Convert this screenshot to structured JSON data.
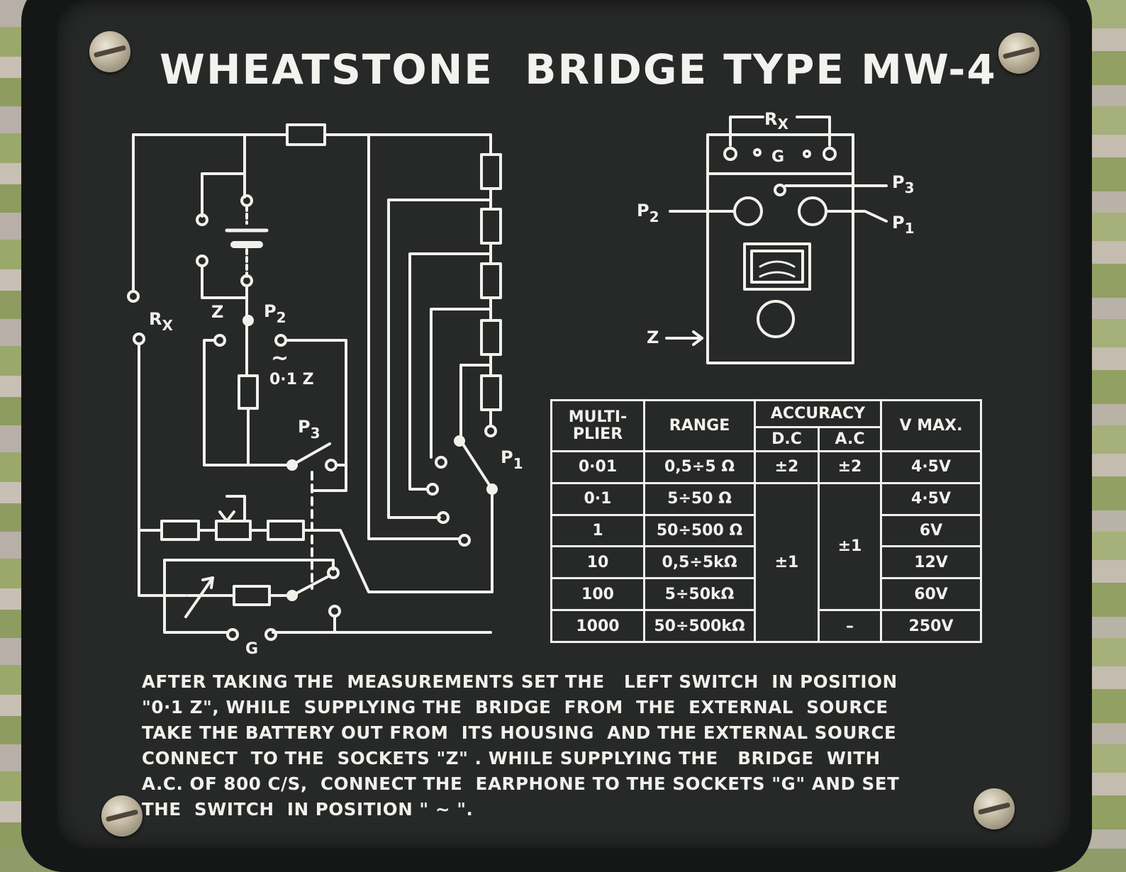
{
  "title": "WHEATSTONE  BRIDGE TYPE MW-4",
  "schematic_labels": {
    "rx": "R",
    "rx_sub": "X",
    "z": "Z",
    "p2": "P",
    "p2_sub": "2",
    "tilde": "~",
    "z01": "0·1  Z",
    "p3": "P",
    "p3_sub": "3",
    "p1": "P",
    "p1_sub": "1",
    "g": "G"
  },
  "panel_labels": {
    "rx": "R",
    "rx_sub": "X",
    "g": "G",
    "p3": "P",
    "p3_sub": "3",
    "p2": "P",
    "p2_sub": "2",
    "p1": "P",
    "p1_sub": "1",
    "z": "Z"
  },
  "table": {
    "headers": {
      "multiplier": [
        "MULTI-",
        "PLIER"
      ],
      "range": "RANGE",
      "accuracy": "ACCURACY",
      "dc": "D.C",
      "ac": "A.C",
      "vmax": "V MAX."
    },
    "rows": [
      {
        "multiplier": "0·01",
        "range": "0,5÷5 Ω",
        "dc": "±2",
        "ac": "±2",
        "vmax": "4·5V"
      },
      {
        "multiplier": "0·1",
        "range": "5÷50 Ω",
        "vmax": "4·5V"
      },
      {
        "multiplier": "1",
        "range": "50÷500 Ω",
        "vmax": "6V"
      },
      {
        "multiplier": "10",
        "range": "0,5÷5kΩ",
        "vmax": "12V"
      },
      {
        "multiplier": "100",
        "range": "5÷50kΩ",
        "vmax": "60V"
      },
      {
        "multiplier": "1000",
        "range": "50÷500kΩ",
        "ac": "–",
        "vmax": "250V"
      }
    ],
    "merged_dc": "±1",
    "merged_ac": "±1"
  },
  "instructions": [
    "AFTER TAKING THE  MEASUREMENTS SET THE   LEFT SWITCH  IN POSITION",
    "\"0·1 Z\", WHILE  SUPPLYING THE  BRIDGE  FROM  THE  EXTERNAL  SOURCE",
    "TAKE THE BATTERY OUT FROM  ITS HOUSING  AND THE EXTERNAL SOURCE",
    "CONNECT  TO THE  SOCKETS \"Z\" . WHILE SUPPLYING THE   BRIDGE  WITH",
    "A.C. OF 800 C/S,  CONNECT THE  EARPHONE TO THE SOCKETS \"G\" AND SET",
    "THE  SWITCH  IN POSITION \" ~ \"."
  ]
}
